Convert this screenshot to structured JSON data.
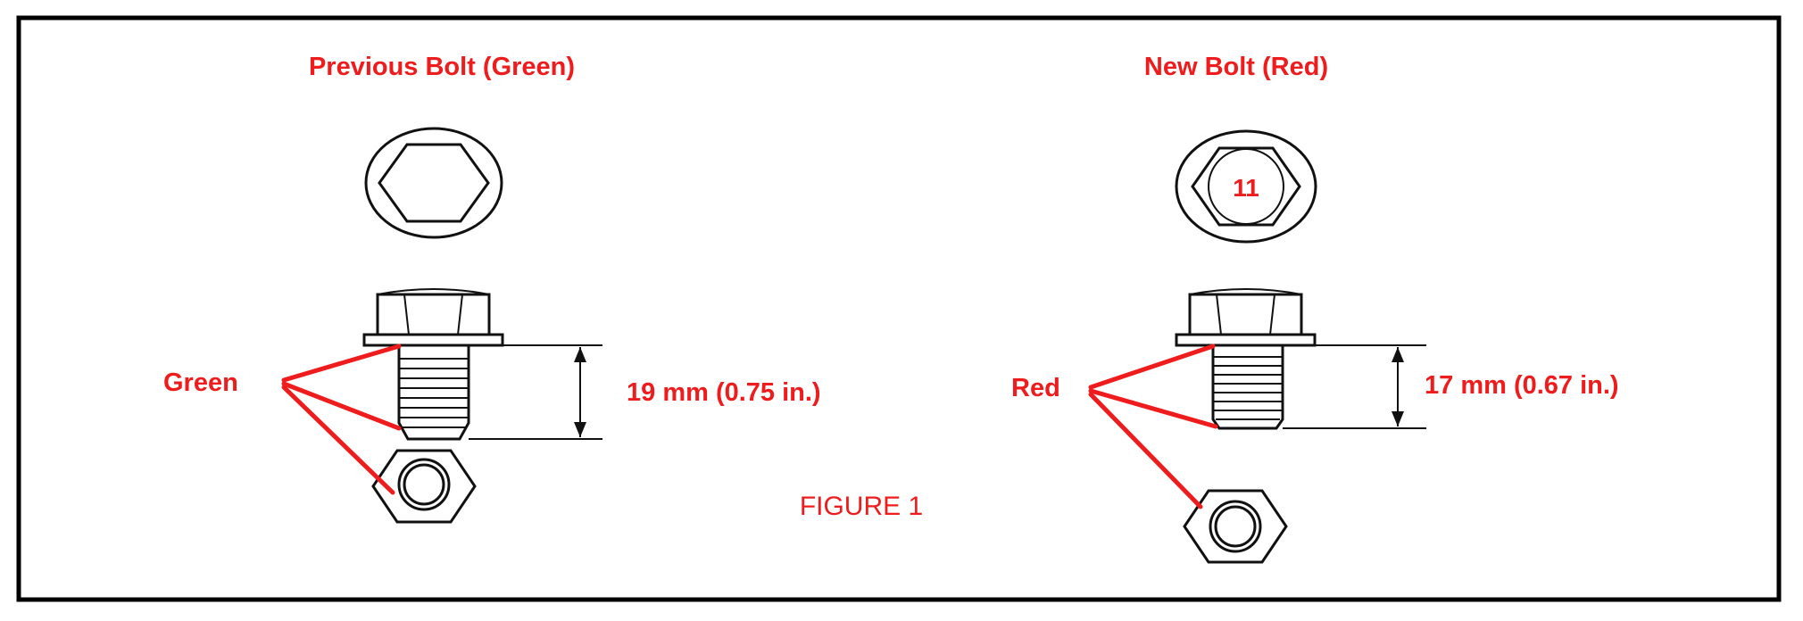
{
  "left": {
    "title": "Previous Bolt (Green)",
    "callout": "Green",
    "dimension": "19 mm (0.75 in.)"
  },
  "right": {
    "title": "New Bolt (Red)",
    "callout": "Red",
    "dimension": "17 mm (0.67 in.)",
    "head_marking": "11"
  },
  "caption": "FIGURE 1",
  "colors": {
    "accent_text": "#ee1c1c",
    "line_art": "#111111",
    "background": "#ffffff"
  }
}
